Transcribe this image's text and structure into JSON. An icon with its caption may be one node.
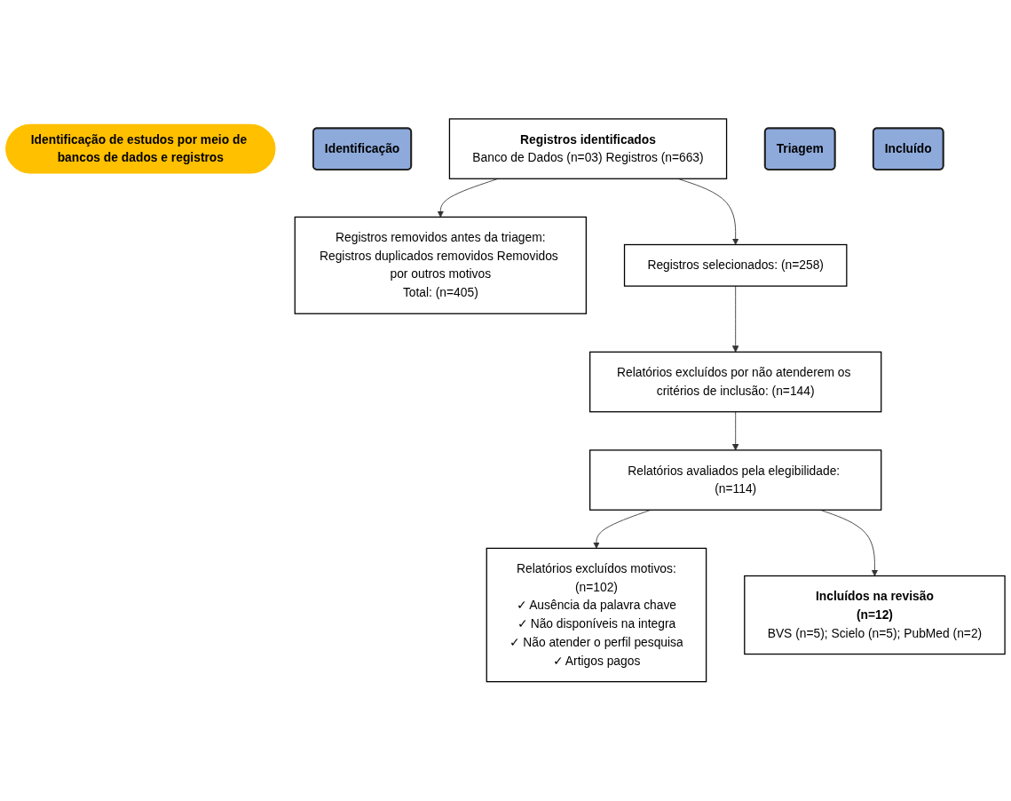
{
  "diagram": {
    "nodes": [
      {
        "text": [
          "Identificação de estudos por meio de bancos de dados e registros"
        ]
      },
      {
        "text": [
          "Identificação"
        ]
      },
      {
        "text": [
          "Registros identificados",
          "Banco de Dados (n=03) Registros (n=663)"
        ]
      },
      {
        "text": [
          "Registros removidos antes da triagem:",
          "Registros duplicados removidos Removidos por outros motivos",
          "Total: (n=405)"
        ]
      },
      {
        "text": [
          "Triagem"
        ]
      },
      {
        "text": [
          "Registros selecionados: (n=258)"
        ]
      },
      {
        "text": [
          "Relatórios excluídos por não atenderem os critérios de inclusão: (n=144)"
        ]
      },
      {
        "text": [
          "Relatórios avaliados pela elegibilidade: (n=114)"
        ]
      },
      {
        "text": [
          "Relatórios excluídos motivos:",
          "(n=102)",
          "✓ Ausência da palavra chave",
          "✓ Não disponíveis na integra",
          "✓ Não atender o perfil pesquisa",
          "✓ Artigos pagos"
        ]
      },
      {
        "text": [
          "Incluído"
        ]
      },
      {
        "text": [
          "Incluídos na revisão",
          "(n=12)",
          "BVS (n=5); Scielo (n=5); PubMed (n=2)"
        ]
      }
    ],
    "edges": [
      {
        "from": 2,
        "to": 3,
        "arrow": "to"
      },
      {
        "from": 2,
        "to": 5,
        "arrow": "to"
      },
      {
        "from": 5,
        "to": 6,
        "arrow": "to"
      },
      {
        "from": 6,
        "to": 7,
        "arrow": "to"
      },
      {
        "from": 7,
        "to": 8,
        "arrow": "to"
      },
      {
        "from": 7,
        "to": 10,
        "arrow": "to"
      }
    ]
  }
}
